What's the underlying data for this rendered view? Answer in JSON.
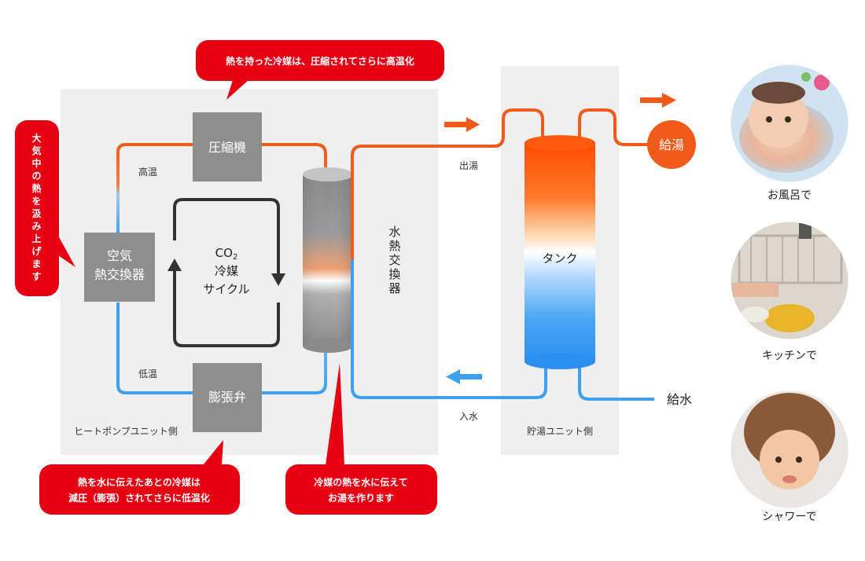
{
  "heat_pump_unit": {
    "label": "ヒートポンプユニット側",
    "compressor": "圧縮機",
    "air_exchanger": [
      "空気",
      "熱交換器"
    ],
    "expansion_valve": "膨張弁",
    "high_temp": "高温",
    "low_temp": "低温",
    "cycle_line1": "CO",
    "cycle_sub": "2",
    "cycle_line2": "冷媒",
    "cycle_line3": "サイクル",
    "water_exchanger": "水熱交換器"
  },
  "storage_unit": {
    "label": "貯湯ユニット側",
    "tank": "タンク"
  },
  "flow": {
    "hot_out": "出湯",
    "water_in": "入水",
    "supply_hot": "給湯",
    "supply_water": "給水"
  },
  "callouts": {
    "compressor_note": "熱を持った冷媒は、圧縮されてさらに高温化",
    "air_note": "大気中の熱を汲み上げます",
    "valve_note_line1": "熱を水に伝えたあとの冷媒は",
    "valve_note_line2": "減圧（膨張）されてさらに低温化",
    "exchanger_note_line1": "冷媒の熱を水に伝えて",
    "exchanger_note_line2": "お湯を作ります"
  },
  "uses": [
    {
      "label": "お風呂で"
    },
    {
      "label": "キッチンで"
    },
    {
      "label": "シャワーで"
    }
  ],
  "colors": {
    "hot": "#f05a1a",
    "cold": "#3da0ee",
    "callout": "#e60012",
    "panel": "#efefef",
    "component": "#8e8e8e"
  }
}
